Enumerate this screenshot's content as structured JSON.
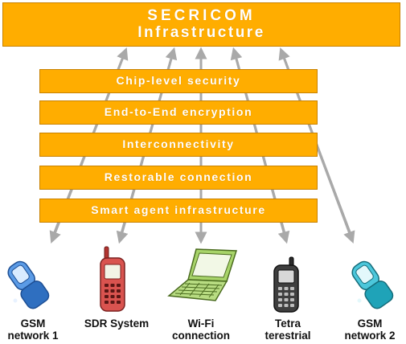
{
  "title": {
    "line1": "SECRICOM",
    "line2": "Infrastructure"
  },
  "layers": [
    {
      "label": "Chip-level security"
    },
    {
      "label": "End-to-End encryption"
    },
    {
      "label": "Interconnectivity"
    },
    {
      "label": "Restorable connection"
    },
    {
      "label": "Smart agent infrastructure"
    }
  ],
  "devices": [
    {
      "line1": "GSM",
      "line2": "network 1",
      "icon": "flip-phone-blue-icon",
      "color": "#3a7fd0"
    },
    {
      "line1": "SDR System",
      "line2": "",
      "icon": "radio-phone-red-icon",
      "color": "#c8403c"
    },
    {
      "line1": "Wi-Fi",
      "line2": "connection",
      "icon": "laptop-green-icon",
      "color": "#b4dc7a"
    },
    {
      "line1": "Tetra",
      "line2": "terestrial",
      "icon": "tetra-phone-black-icon",
      "color": "#3a3a3a"
    },
    {
      "line1": "GSM",
      "line2": "network 2",
      "icon": "flip-phone-teal-icon",
      "color": "#27b3c9"
    }
  ],
  "colors": {
    "box_fill": "#ffad00",
    "box_border": "#c88100",
    "box_text": "#ffffff",
    "arrow": "#a9a9a9"
  }
}
